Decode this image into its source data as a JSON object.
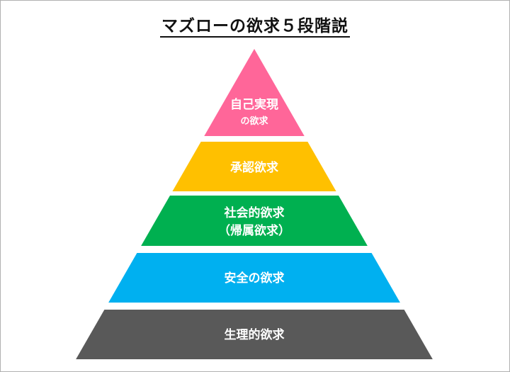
{
  "title": "マズローの欲求５段階説",
  "levels": [
    {
      "lines": [
        "自己実現",
        "の欲求"
      ],
      "color": "#ff6699"
    },
    {
      "lines": [
        "承認欲求"
      ],
      "color": "#ffc000"
    },
    {
      "lines": [
        "社会的欲求",
        "（帰属欲求）"
      ],
      "color": "#00b050"
    },
    {
      "lines": [
        "安全の欲求"
      ],
      "color": "#00b0f0"
    },
    {
      "lines": [
        "生理的欲求"
      ],
      "color": "#595959"
    }
  ]
}
